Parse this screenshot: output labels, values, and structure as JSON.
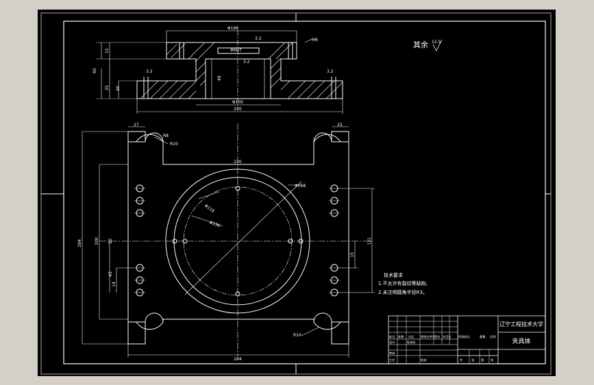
{
  "drawing": {
    "title_note": "其余",
    "roughness_value": "12.5",
    "tech_requirements": {
      "heading": "技术要求",
      "items": [
        "1.不允许有裂纹等缺陷;",
        "2.未注明圆角半径R3。"
      ]
    },
    "title_block": {
      "university": "辽宁工程技术大学",
      "part_name": "夹具体",
      "cells": [
        "标记",
        "处数",
        "分区",
        "更改文件号",
        "签名",
        "年月日",
        "设计",
        "标准化",
        "阶段标记",
        "重量",
        "比例",
        "审核",
        "工艺",
        "批准",
        "共",
        "张",
        "第",
        "张"
      ]
    },
    "section_view": {
      "dims": {
        "top_diameter": "Φ168",
        "bore_diameter": "Φ100",
        "total_width": "220",
        "chamfer_1": "3.2",
        "chamfer_2": "3.2",
        "chamfer_3": "3.2",
        "chamfer_4": "3.2",
        "height_total": "60",
        "height_flange": "15",
        "height_base": "25",
        "height_base_inner": "30",
        "thread_note": "M6",
        "hole_note": "Φ6H7",
        "center_dim": "48"
      }
    },
    "plan_view": {
      "dims": {
        "overall_width": "284",
        "inner_width": "220",
        "slot_width_left": "27",
        "slot_width_right": "25",
        "slot_radius_top": "R10",
        "slot_radius_bottom": "R10",
        "slot_radius_label": "R8",
        "outer_circle": "Φ168",
        "inner_circle": "Φ136",
        "pcd": "Φ116",
        "height_overall": "284",
        "height_inner": "200",
        "height_small": "50",
        "height_right": "121",
        "height_right_small": "15",
        "left_dim_1": "45",
        "left_dim_2": "14",
        "center_label": "220"
      }
    }
  }
}
